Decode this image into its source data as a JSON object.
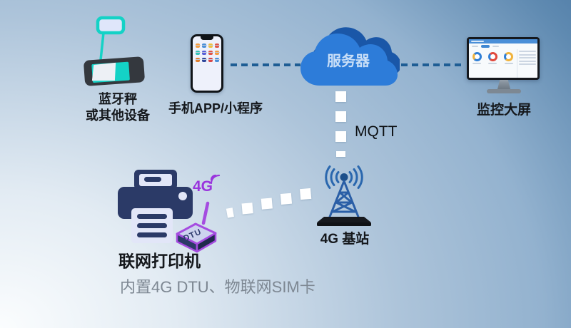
{
  "colors": {
    "cloud_front": "#2d7cd9",
    "cloud_back": "#1a57a8",
    "teal": "#14d2c6",
    "navy": "#2b3a67",
    "purple": "#9a35dd",
    "link_blue": "#1e5d94",
    "dash_white": "#ffffff",
    "subtitle_gray": "#7d8792"
  },
  "devices": {
    "scale": {
      "label_line1": "蓝牙秤",
      "label_line2": "或其他设备"
    },
    "phone": {
      "label": "手机APP/小程序",
      "app_icon_colors": [
        "#f59e42",
        "#4a90d8",
        "#f0c040",
        "#e05548",
        "#35c3b8",
        "#5a5fd8",
        "#e05548",
        "#f59e42",
        "#e08030",
        "#30489c",
        "#d84848",
        "#4a90d8"
      ]
    },
    "cloud": {
      "label": "服务器"
    },
    "monitor": {
      "label": "监控大屏",
      "donuts": [
        {
          "ring": "#2f7fd6",
          "accent": "#f0b33c"
        },
        {
          "ring": "#e0483c",
          "accent": "#2f7fd6"
        },
        {
          "ring": "#f0b33c",
          "accent": "#2f7fd6"
        }
      ]
    },
    "base_station": {
      "label": "4G 基站"
    },
    "printer": {
      "label": "联网打印机",
      "note": "内置4G DTU、物联网SIM卡",
      "dtu_label": "DTU",
      "badge_4g": "4G"
    }
  },
  "links": {
    "mqtt_label": "MQTT"
  }
}
